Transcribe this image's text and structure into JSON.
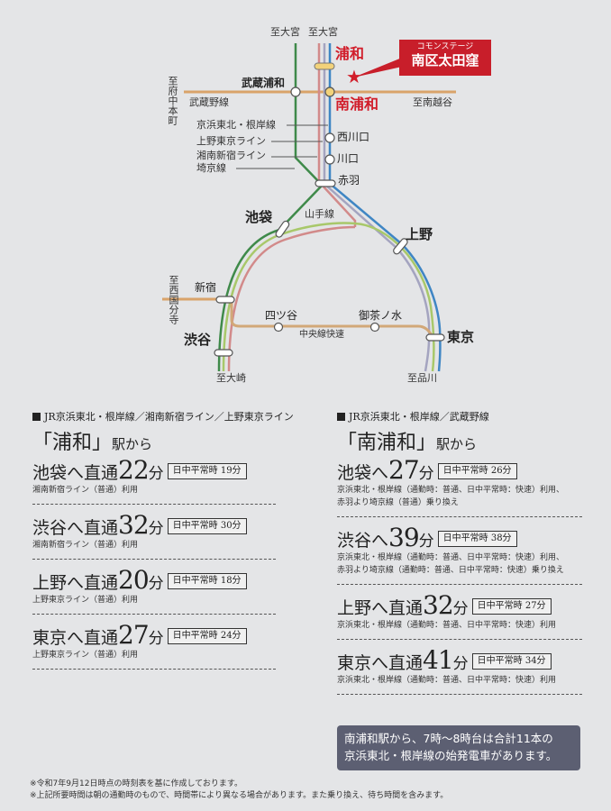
{
  "map": {
    "direction_labels": {
      "omiya_1": "至大宮",
      "omiya_2": "至大宮",
      "fuchu_hommachi": "至府中本町",
      "minami_koshigaya": "至南越谷",
      "nishi_kokubunji": "至西国分寺",
      "osaki": "至大崎",
      "shinagawa": "至品川"
    },
    "stations": {
      "urawa": "浦和",
      "minami_urawa": "南浦和",
      "musashi_urawa": "武蔵浦和",
      "nishi_kawaguchi": "西川口",
      "kawaguchi": "川口",
      "akabane": "赤羽",
      "ikebukuro": "池袋",
      "ueno": "上野",
      "shinjuku": "新宿",
      "yotsuya": "四ツ谷",
      "ochanomizu": "御茶ノ水",
      "shibuya": "渋谷",
      "tokyo": "東京"
    },
    "lines": {
      "musashino": "武蔵野線",
      "keihin_tohoku": "京浜東北・根岸線",
      "ueno_tokyo": "上野東京ライン",
      "shonan_shinjuku": "湘南新宿ライン",
      "saikyo": "埼京線",
      "yamanote": "山手線",
      "chuo_rapid": "中央線快速"
    },
    "property": {
      "subtitle": "コモンステージ",
      "name": "南区太田窪",
      "marker": "★"
    },
    "colors": {
      "background": "#e4e5e7",
      "accent_red": "#d11d2a",
      "saikyo_green": "#3f8a4a",
      "shonan_pink": "#d28a8a",
      "ueno_tokyo_gray": "#a4a4c0",
      "keihin_blue": "#3f86c4",
      "yamanote_lime": "#a8c86a",
      "musashino_orange": "#d9a36a",
      "chuo_tan": "#d2a878"
    }
  },
  "left": {
    "header": "JR京浜東北・根岸線／湘南新宿ライン／上野東京ライン",
    "from_station": "「浦和」",
    "from_suffix": "駅から",
    "routes": [
      {
        "dest": "池袋へ直通",
        "minutes": "22",
        "unit": "分",
        "daytime": "日中平常時 19分",
        "note": "湘南新宿ライン（普通）利用"
      },
      {
        "dest": "渋谷へ直通",
        "minutes": "32",
        "unit": "分",
        "daytime": "日中平常時 30分",
        "note": "湘南新宿ライン（普通）利用"
      },
      {
        "dest": "上野へ直通",
        "minutes": "20",
        "unit": "分",
        "daytime": "日中平常時 18分",
        "note": "上野東京ライン（普通）利用"
      },
      {
        "dest": "東京へ直通",
        "minutes": "27",
        "unit": "分",
        "daytime": "日中平常時 24分",
        "note": "上野東京ライン（普通）利用"
      }
    ]
  },
  "right": {
    "header": "JR京浜東北・根岸線／武蔵野線",
    "from_station": "「南浦和」",
    "from_suffix": "駅から",
    "routes": [
      {
        "dest": "池袋へ",
        "minutes": "27",
        "unit": "分",
        "daytime": "日中平常時 26分",
        "note": "京浜東北・根岸線（通勤時：普通、日中平常時：快速）利用、",
        "note2": "赤羽より埼京線（普通）乗り換え"
      },
      {
        "dest": "渋谷へ",
        "minutes": "39",
        "unit": "分",
        "daytime": "日中平常時 38分",
        "note": "京浜東北・根岸線（通勤時：普通、日中平常時：快速）利用、",
        "note2": "赤羽より埼京線（通勤時：普通、日中平常時：快速）乗り換え"
      },
      {
        "dest": "上野へ直通",
        "minutes": "32",
        "unit": "分",
        "daytime": "日中平常時 27分",
        "note": "京浜東北・根岸線（通勤時：普通、日中平常時：快速）利用"
      },
      {
        "dest": "東京へ直通",
        "minutes": "41",
        "unit": "分",
        "daytime": "日中平常時 34分",
        "note": "京浜東北・根岸線（通勤時：普通、日中平常時：快速）利用"
      }
    ],
    "info_box": {
      "line1": "南浦和駅から、7時～8時台は合計11本の",
      "line2": "京浜東北・根岸線の始発電車があります。"
    }
  },
  "footnotes": [
    "※令和7年9月12日時点の時刻表を基に作成しております。",
    "※上記所要時間は朝の通勤時のもので、時間帯により異なる場合があります。また乗り換え、待ち時間を含みます。"
  ]
}
